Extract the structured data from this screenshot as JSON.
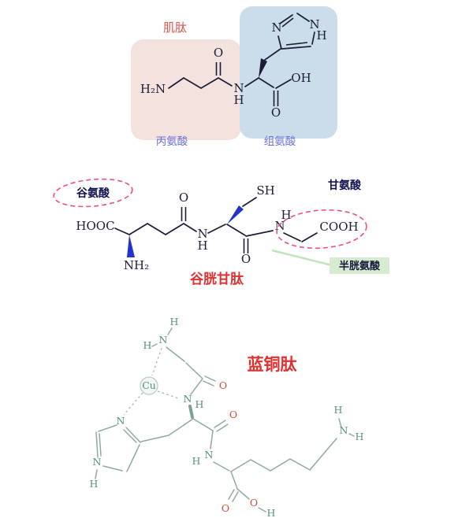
{
  "carnosine": {
    "title": "肌肽",
    "alanine_label": "丙氨酸",
    "histidine_label": "组氨酸",
    "atoms": {
      "h2n": "H₂N",
      "o": "O",
      "n": "N",
      "h": "H",
      "oh": "OH"
    }
  },
  "glutathione": {
    "title": "谷胱甘肽",
    "glutamate_label": "谷氨酸",
    "glycine_label": "甘氨酸",
    "cysteine_label": "半胱氨酸",
    "atoms": {
      "hooc": "HOOC",
      "nh2": "NH₂",
      "o": "O",
      "n": "N",
      "h": "H",
      "sh": "SH",
      "cooh": "COOH"
    }
  },
  "copper_peptide": {
    "title": "蓝铜肽",
    "atoms": {
      "n": "N",
      "h": "H",
      "o": "O",
      "cu": "Cu"
    }
  },
  "colors": {
    "alanine_box": "#f3e2dd",
    "histidine_box": "#cbdcea",
    "carnosine_title_red": "#d9534f",
    "amino_label_blue": "#6a6fd9",
    "structure_navy": "#1c1c38",
    "stereo_wedge_blue": "#2335c9",
    "dashed_ellipse_pink": "#ef4d86",
    "cysteine_box_green": "#d6ecd0",
    "copper_structure_teal": "#8fab9f",
    "oxygen_red": "#cf5040",
    "peptide_title_red": "#e03030"
  }
}
